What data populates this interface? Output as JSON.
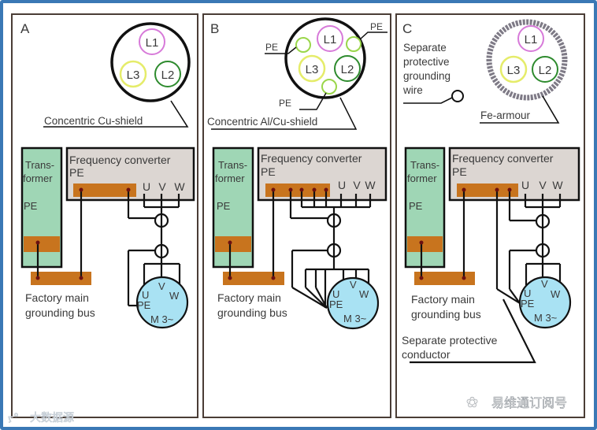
{
  "colors": {
    "frame": "#3a78b5",
    "panel_border": "#4a3d36",
    "transformer_fill": "#9fd6b5",
    "converter_fill": "#dcd6d2",
    "bus_fill": "#c8741e",
    "motor_fill": "#a9e2f3",
    "L1": "#d77ad9",
    "L2": "#2e8b2e",
    "L3": "#e5ec6a",
    "PE": "#9ad64a",
    "armour": "#7e7a86"
  },
  "panels": [
    {
      "id": "A",
      "letter": "A",
      "cable_label": "Concentric Cu-shield",
      "conductors": [
        "L1",
        "L2",
        "L3"
      ],
      "transformer": {
        "label_line1": "Trans-",
        "label_line2": "former",
        "pe": "PE"
      },
      "converter": {
        "title": "Frequency converter",
        "pe": "PE",
        "terminals": [
          "U",
          "V",
          "W"
        ]
      },
      "bus_label_line1": "Factory main",
      "bus_label_line2": "grounding bus",
      "motor": {
        "u": "U",
        "v": "V",
        "w": "W",
        "pe": "PE",
        "name": "M 3~"
      }
    },
    {
      "id": "B",
      "letter": "B",
      "cable_label": "Concentric Al/Cu-shield",
      "conductors": [
        "L1",
        "L2",
        "L3"
      ],
      "pe_labels": [
        "PE",
        "PE",
        "PE"
      ],
      "transformer": {
        "label_line1": "Trans-",
        "label_line2": "former",
        "pe": "PE"
      },
      "converter": {
        "title": "Frequency converter",
        "pe": "PE",
        "terminals": [
          "U",
          "V",
          "W"
        ]
      },
      "bus_label_line1": "Factory main",
      "bus_label_line2": "grounding bus",
      "motor": {
        "u": "U",
        "v": "V",
        "w": "W",
        "pe": "PE",
        "name": "M 3~"
      }
    },
    {
      "id": "C",
      "letter": "C",
      "cable_label": "Fe-armour",
      "conductors": [
        "L1",
        "L2",
        "L3"
      ],
      "wire_label_lines": [
        "Separate",
        "protective",
        "grounding",
        "wire"
      ],
      "transformer": {
        "label_line1": "Trans-",
        "label_line2": "former",
        "pe": "PE"
      },
      "converter": {
        "title": "Frequency converter",
        "pe": "PE",
        "terminals": [
          "U",
          "V",
          "W"
        ]
      },
      "bus_label_line1": "Factory main",
      "bus_label_line2": "grounding bus",
      "conductor_label_line1": "Separate protective",
      "conductor_label_line2": "conductor",
      "motor": {
        "u": "U",
        "v": "V",
        "w": "W",
        "pe": "PE",
        "name": "M 3~"
      }
    }
  ],
  "watermarks": {
    "left": "大数据源",
    "right": "易维通订阅号"
  }
}
